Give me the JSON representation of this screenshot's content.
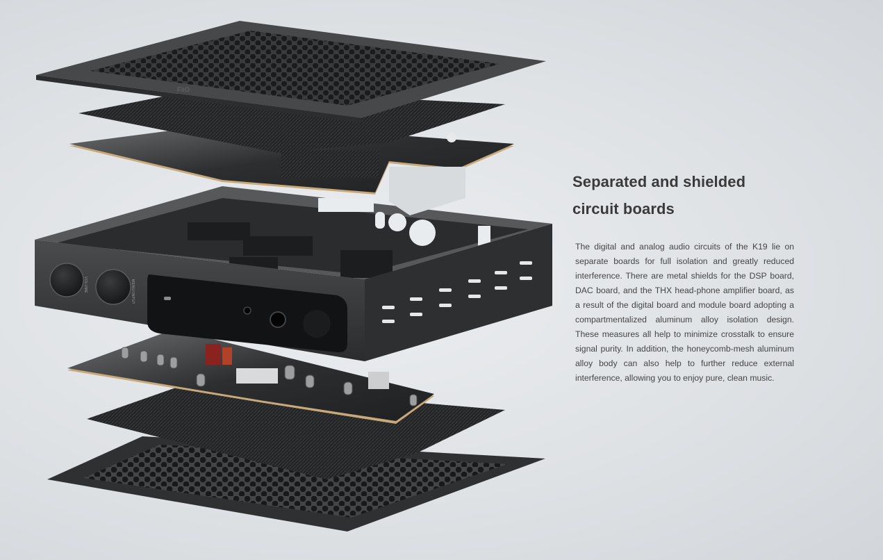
{
  "section": {
    "title_line1": "Separated and shielded",
    "title_line2": "circuit boards",
    "body": "The digital and analog audio circuits of the K19 lie on separate boards for full isolation and greatly reduced interference. There are metal shields for the DSP board, DAC board, and the THX head-phone amplifier board, as a result of the digital board and module board adopting a compartmentalized aluminum alloy isolation design. These measures all help to minimize crosstalk to ensure signal purity. In addition, the honeycomb-mesh aluminum alloy body can also help to further reduce external interference, allowing you to enjoy pure, clean music."
  },
  "device": {
    "logo": "FiiO",
    "volume_knob_label": "VOLUME",
    "menu_knob_label": "MENU/INPUT"
  },
  "colors": {
    "background": "#e3e6e9",
    "metal_dark": "#3a3b3d",
    "pcb": "#2a2b2c",
    "text_title": "#3a3a3a",
    "text_body": "#444444"
  }
}
